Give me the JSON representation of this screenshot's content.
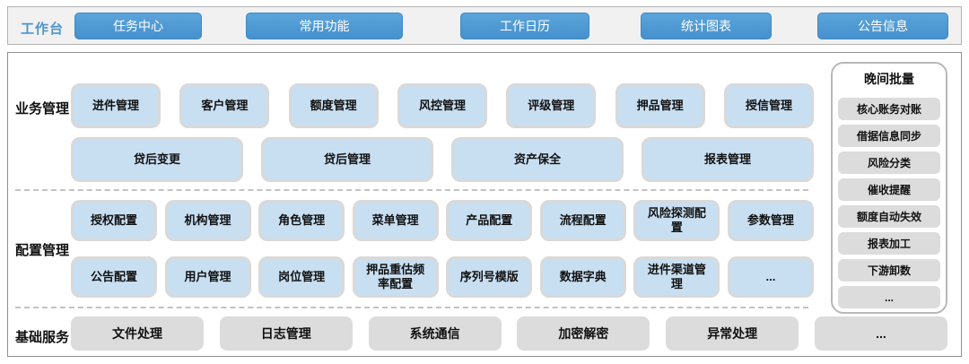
{
  "topbar": {
    "label": "工作台",
    "buttons": [
      "任务中心",
      "常用功能",
      "工作日历",
      "统计图表",
      "公告信息"
    ]
  },
  "business": {
    "label": "业务管理",
    "row1": [
      "进件管理",
      "客户管理",
      "额度管理",
      "风控管理",
      "评级管理",
      "押品管理",
      "授信管理"
    ],
    "row2": [
      "贷后变更",
      "贷后管理",
      "资产保全",
      "报表管理"
    ]
  },
  "config": {
    "label": "配置管理",
    "row1": [
      "授权配置",
      "机构管理",
      "角色管理",
      "菜单管理",
      "产品配置",
      "流程配置",
      "风险探测配置",
      "参数管理"
    ],
    "row2": [
      "公告配置",
      "用户管理",
      "岗位管理",
      "押品重估频率配置",
      "序列号模版",
      "数据字典",
      "进件渠道管理",
      "..."
    ]
  },
  "base": {
    "label": "基础服务",
    "items": [
      "文件处理",
      "日志管理",
      "系统通信",
      "加密解密",
      "异常处理",
      "..."
    ]
  },
  "night_batch": {
    "title": "晚间批量",
    "items": [
      "核心账务对账",
      "借据信息同步",
      "风险分类",
      "催收提醒",
      "额度自动失效",
      "报表加工",
      "下游卸数",
      "..."
    ]
  },
  "colors": {
    "accent_blue": "#4a96d2",
    "module_blue_fill": "#c8dff2",
    "module_border": "#d9d9d9",
    "gray_fill": "#dcdcdc",
    "topbar_bg": "#f1f1f1"
  }
}
